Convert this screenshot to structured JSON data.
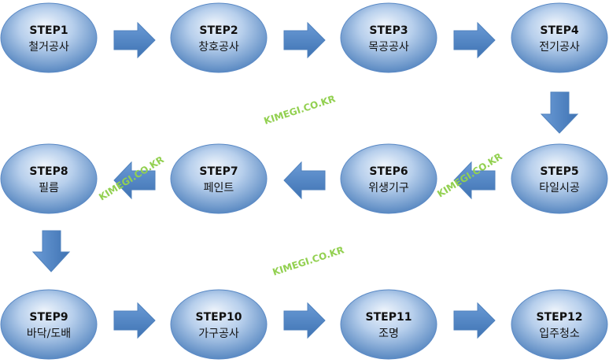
{
  "steps": [
    {
      "title": "STEP1",
      "name": "철거공사"
    },
    {
      "title": "STEP2",
      "name": "창호공사"
    },
    {
      "title": "STEP3",
      "name": "목공공사"
    },
    {
      "title": "STEP4",
      "name": "전기공사"
    },
    {
      "title": "STEP5",
      "name": "타일시공"
    },
    {
      "title": "STEP6",
      "name": "위생기구"
    },
    {
      "title": "STEP7",
      "name": "페인트"
    },
    {
      "title": "STEP8",
      "name": "필름"
    },
    {
      "title": "STEP9",
      "name": "바닥/도배"
    },
    {
      "title": "STEP10",
      "name": "가구공사"
    },
    {
      "title": "STEP11",
      "name": "조명"
    },
    {
      "title": "STEP12",
      "name": "입주청소"
    }
  ],
  "watermark": "KIMEGI.CO.KR",
  "colors": {
    "ellipse_light": "#dce8f7",
    "ellipse_dark": "#4f81bd",
    "ellipse_stroke": "#5b8ac6",
    "arrow_fill": "#4f81bd",
    "arrow_light": "#6b9bd6",
    "watermark": "#92d050"
  }
}
